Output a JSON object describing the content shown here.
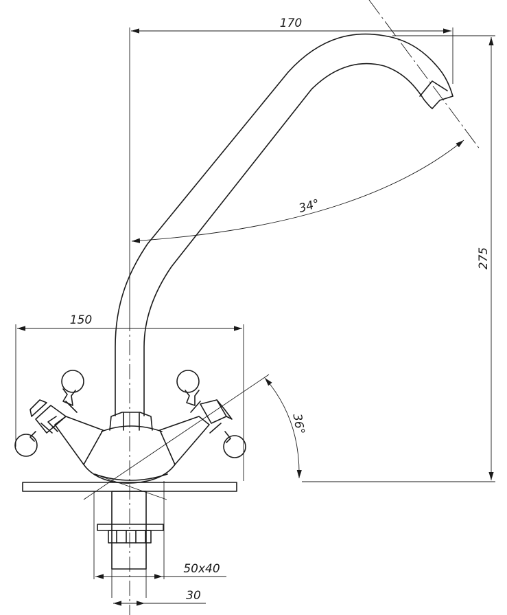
{
  "dimensions": {
    "total_reach": "170",
    "total_height": "275",
    "handles_span": "150",
    "spout_angle": "34°",
    "handle_angle": "36°",
    "thread_size": "50x40",
    "shank_diameter": "30"
  }
}
